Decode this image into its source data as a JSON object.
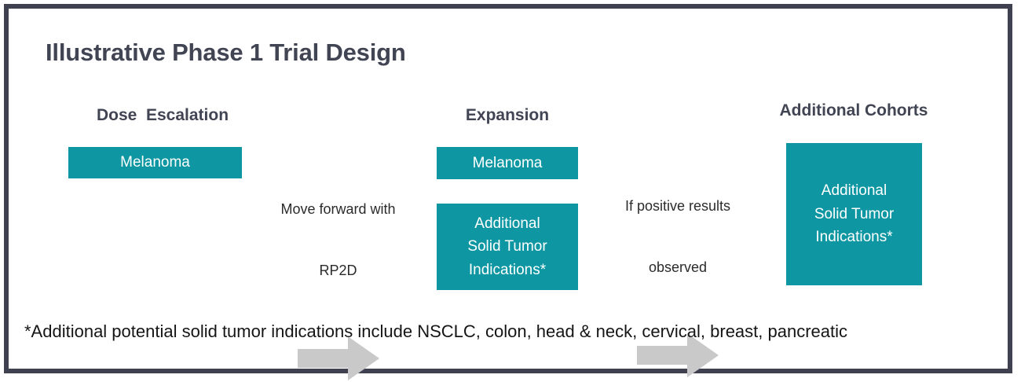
{
  "slide": {
    "title": "Illustrative Phase 1 Trial Design",
    "footnote": "*Additional potential solid tumor indications include NSCLC, colon, head & neck, cervical, breast, pancreatic"
  },
  "colors": {
    "teal_box": "#0e97a3",
    "heading_text": "#414453",
    "arrow_gray": "#c9c9c9",
    "frame_border": "#3f4150",
    "body_text": "#151515"
  },
  "columns": [
    {
      "heading": "Dose  Escalation",
      "boxes": [
        {
          "lines": [
            "Melanoma"
          ]
        }
      ]
    },
    {
      "heading": "Expansion",
      "boxes": [
        {
          "lines": [
            "Melanoma"
          ]
        },
        {
          "lines": [
            "Additional",
            "Solid Tumor",
            "Indications*"
          ]
        }
      ]
    },
    {
      "heading": "Additional Cohorts",
      "boxes": [
        {
          "lines": [
            "Additional",
            "Solid Tumor",
            "Indications*"
          ]
        }
      ]
    }
  ],
  "connectors": [
    {
      "label_lines": [
        "Move forward with",
        "RP2D"
      ],
      "icon": "right-block-arrow-icon"
    },
    {
      "label_lines": [
        "If positive results",
        "observed"
      ],
      "icon": "right-block-arrow-icon"
    }
  ]
}
